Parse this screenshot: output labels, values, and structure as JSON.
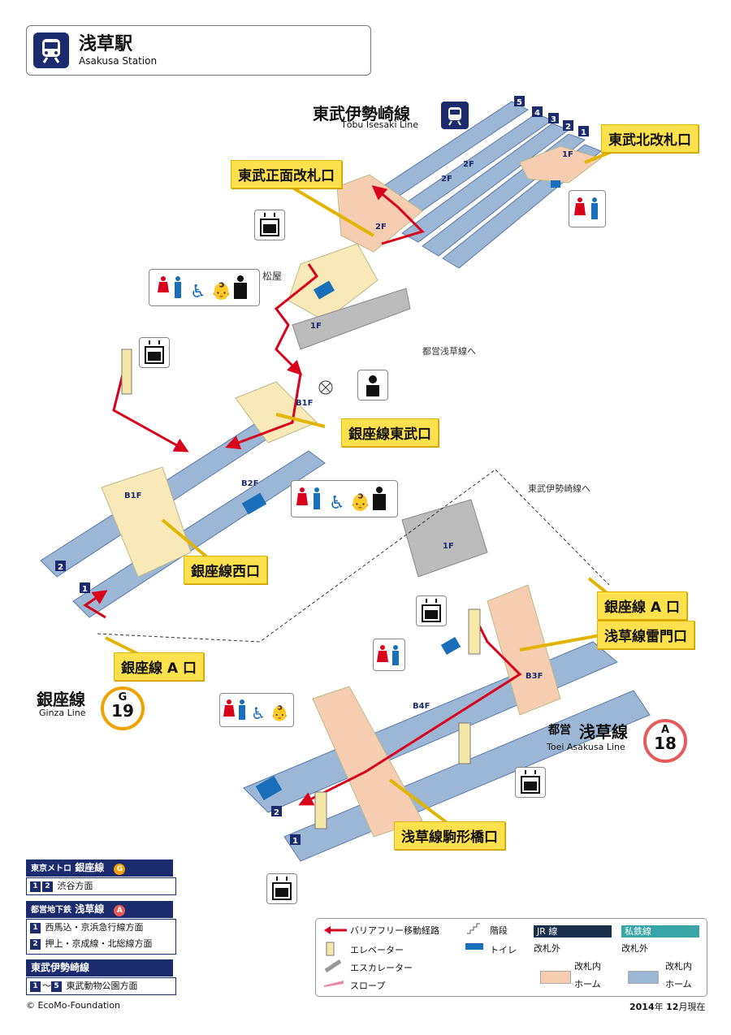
{
  "header": {
    "title": "浅草駅",
    "subtitle": "Asakusa Station"
  },
  "lines": {
    "tobu": {
      "name": "東武伊勢崎線",
      "name_en": "Tōbu Isesaki Line"
    },
    "ginza": {
      "name": "銀座線",
      "name_en": "Ginza Line",
      "code": "G",
      "number": "19",
      "color": "#f0a300"
    },
    "asakusa": {
      "prefix": "都営",
      "name": "浅草線",
      "name_en": "Toei Asakusa Line",
      "code": "A",
      "number": "18",
      "color": "#e85a5a"
    }
  },
  "callouts": {
    "tobu_north": "東武北改札口",
    "tobu_front": "東武正面改札口",
    "ginza_tobu": "銀座線東武口",
    "ginza_west": "銀座線西口",
    "ginza_a": "銀座線 A 口",
    "asakusa_a": "銀座線 A 口",
    "asakusa_kaminarimon": "浅草線雷門口",
    "asakusa_komagata": "浅草線駒形橋口"
  },
  "annotations": {
    "matsuya": "松屋",
    "to_toei": "都営浅草線へ",
    "to_tobu": "東武伊勢崎線へ"
  },
  "floors": {
    "tobu_1f": "1F",
    "tobu_2f": "2F",
    "tobu_2f_b": "2F",
    "tobu_2f_c": "2F",
    "ginza_1f": "1F",
    "ginza_b1f": "B1F",
    "ginza_b1f_w": "B1F",
    "ginza_b2f": "B2F",
    "asakusa_1f": "1F",
    "asakusa_b3f": "B3F",
    "asakusa_b4f": "B4F"
  },
  "tracks": {
    "tobu": [
      "5",
      "4",
      "3",
      "2",
      "1"
    ],
    "ginza": [
      "2",
      "1"
    ],
    "asakusa": [
      "2",
      "1"
    ]
  },
  "legend": {
    "ginza": {
      "operator": "東京メトロ",
      "line": "銀座線",
      "code": "G",
      "rows": [
        {
          "nums": [
            "1",
            "2"
          ],
          "text": "渋谷方面"
        }
      ]
    },
    "asakusa": {
      "operator": "都営地下鉄",
      "line": "浅草線",
      "code": "A",
      "rows": [
        {
          "nums": [
            "1"
          ],
          "text": "西馬込・京浜急行線方面"
        },
        {
          "nums": [
            "2"
          ],
          "text": "押上・京成線・北総線方面"
        }
      ]
    },
    "tobu": {
      "line": "東武伊勢崎線",
      "rows": [
        {
          "from": "1",
          "sep": "〜",
          "to": "5",
          "text": "東武動物公園方面"
        }
      ]
    }
  },
  "key": {
    "barrier_free": "バリアフリー移動経路",
    "stairs": "階段",
    "elevator": "エレベーター",
    "toilet": "トイレ",
    "escalator": "エスカレーター",
    "slope": "スロープ",
    "jr_line": "JR 線",
    "private_line": "私鉄線",
    "outside_gate": "改札外",
    "inside_gate": "改札内",
    "platform": "ホーム",
    "outside_gate_2": "改札外",
    "inside_gate_2": "改札内",
    "platform_2": "ホーム"
  },
  "footer": {
    "copyright": "© EcoMo-Foundation",
    "year": "2014",
    "year_unit": "年",
    "month": "12",
    "month_unit": "月現在"
  },
  "colors": {
    "navy": "#1c2b6e",
    "track": "#9cb6d6",
    "concourse": "#f9e8b8",
    "route": "#d9001b",
    "callout": "#ffe14d",
    "jr": "#1a2f4a",
    "private": "#3aa5a7"
  },
  "icons": [
    "train-icon",
    "toilet-icon",
    "wheelchair-icon",
    "baby-icon",
    "ostomate-icon",
    "elevator-icon",
    "station-staff-icon",
    "no-entry-icon"
  ]
}
